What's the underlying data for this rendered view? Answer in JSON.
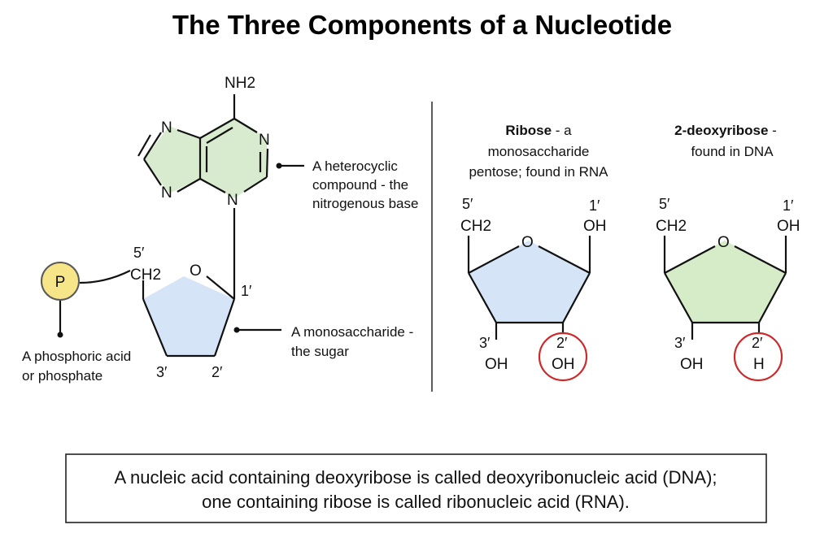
{
  "title": "The Three Components of a Nucleotide",
  "colors": {
    "base_fill": "#d8ebcf",
    "ribose_fill": "#d5e4f6",
    "deoxyribose_fill": "#d6ebc7",
    "phosphate_fill": "#f7e58a",
    "phosphate_stroke": "#5a5a5a",
    "highlight_circle": "#cc2b2b",
    "line": "#111111"
  },
  "nucleotide": {
    "base_atoms": {
      "nh2": "NH2",
      "n_top_left": "N",
      "n_top_right": "N",
      "n_bottom_left": "N",
      "n_bottom_glyco": "N"
    },
    "base_label": [
      "A heterocyclic",
      "compound - the",
      "nitrogenous base"
    ],
    "sugar_atoms": {
      "c5": "5′",
      "ch2": "CH2",
      "o": "O",
      "c1": "1′",
      "c2": "2′",
      "c3": "3′"
    },
    "sugar_label": [
      "A monosaccharide -",
      "the sugar"
    ],
    "phosphate": {
      "symbol": "P",
      "label": [
        "A phosphoric acid",
        "or phosphate"
      ]
    }
  },
  "ribose": {
    "heading_bold": "Ribose",
    "heading_rest": " - a",
    "heading_lines": [
      "monosaccharide",
      "pentose; found in RNA"
    ],
    "c5": "5′",
    "ch2": "CH2",
    "o": "O",
    "c1": "1′",
    "oh1": "OH",
    "c3": "3′",
    "oh3": "OH",
    "c2": "2′",
    "group2": "OH"
  },
  "deoxyribose": {
    "heading_bold": "2-deoxyribose",
    "heading_rest": " -",
    "heading_lines": [
      "found in DNA"
    ],
    "c5": "5′",
    "ch2": "CH2",
    "o": "O",
    "c1": "1′",
    "oh1": "OH",
    "c3": "3′",
    "oh3": "OH",
    "c2": "2′",
    "group2": "H"
  },
  "caption": [
    "A nucleic acid containing deoxyribose is called deoxyribonucleic acid (DNA);",
    "one containing ribose is called ribonucleic acid (RNA)."
  ]
}
